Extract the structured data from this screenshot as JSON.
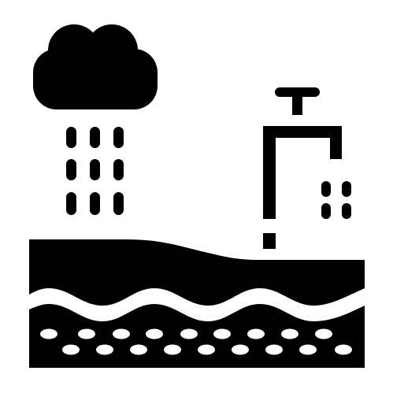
{
  "icon": {
    "name": "groundwater-rain-tap-icon",
    "fill": "#000000",
    "background": "#ffffff",
    "parts": [
      "cloud-icon",
      "raindrops-icon",
      "water-tap-icon",
      "tap-drops-icon",
      "ground-surface",
      "water-table-wave",
      "aquifer-pebbles"
    ]
  }
}
